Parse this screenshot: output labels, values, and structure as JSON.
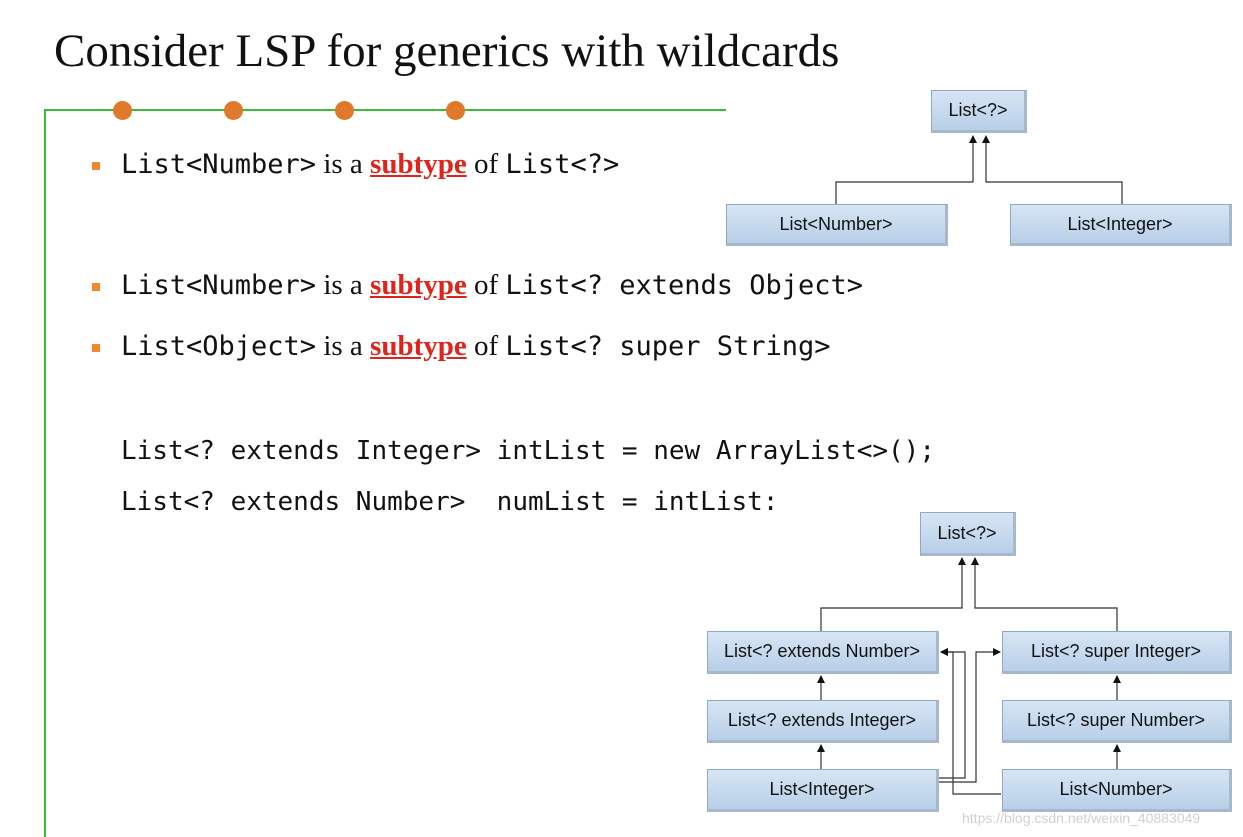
{
  "title": "Consider LSP for generics with wildcards",
  "bullets": [
    {
      "code_a": "List<Number>",
      "is_a": "is a",
      "subtype": "subtype",
      "of": "of",
      "code_b": "List<?>"
    },
    {
      "code_a": "List<Number>",
      "is_a": "is a",
      "subtype": "subtype",
      "of": "of",
      "code_b": "List<? extends Object>"
    },
    {
      "code_a": "List<Object>",
      "is_a": "is a",
      "subtype": "subtype",
      "of": "of",
      "code_b": "List<? super String>"
    }
  ],
  "code_lines": [
    "List<? extends Integer> intList = new ArrayList<>();",
    "List<? extends Number>  numList = intList:"
  ],
  "diagram1": {
    "top": "List<?>",
    "left": "List<Number>",
    "right": "List<Integer>"
  },
  "diagram2": {
    "top": "List<?>",
    "ext_number": "List<? extends Number>",
    "super_integer": "List<? super Integer>",
    "ext_integer": "List<? extends Integer>",
    "super_number": "List<? super Number>",
    "integer": "List<Integer>",
    "number": "List<Number>"
  },
  "watermark": "https://blog.csdn.net/weixin_40883049",
  "colors": {
    "accent_green": "#3dbb3d",
    "dot_orange": "#e07a2a",
    "highlight_red": "#e0241b",
    "box_blue": "#c5d9ee"
  }
}
